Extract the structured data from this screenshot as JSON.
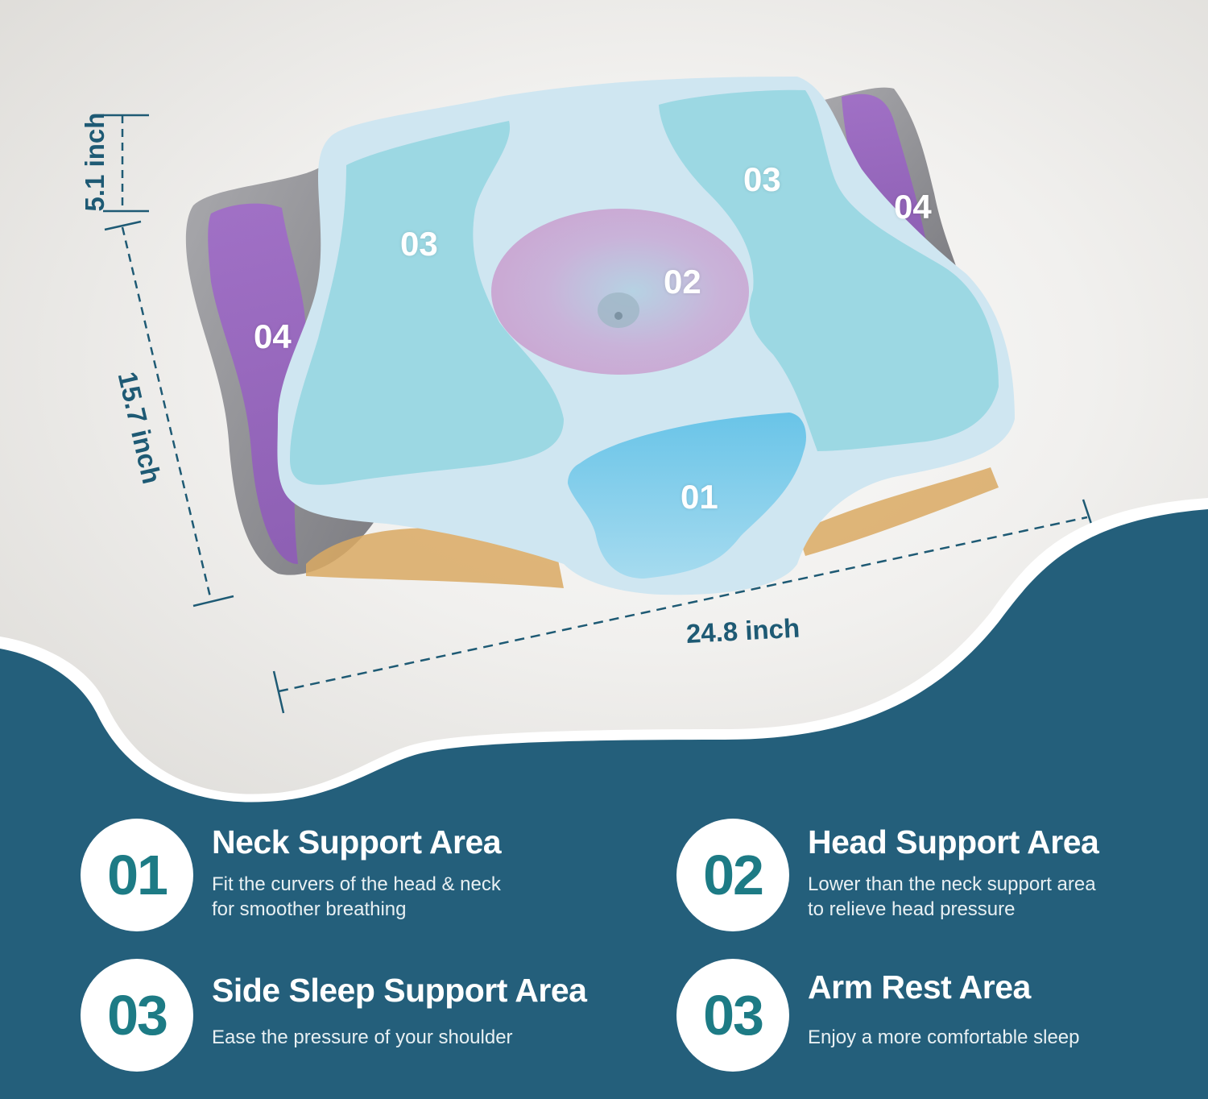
{
  "colors": {
    "navy_band": "#245f7b",
    "circle_number": "#1d7b85",
    "dimension_text": "#1e5a74",
    "zone_cyan": "#8fd4df",
    "zone_head": "#c7a9d6",
    "zone_arm": "#9b63c4",
    "neck_zone": "#6fc6e6"
  },
  "dimensions": {
    "height": "5.1 inch",
    "depth": "15.7 inch",
    "width": "24.8 inch"
  },
  "product_zone_labels": [
    {
      "id": "01",
      "label": "01"
    },
    {
      "id": "02",
      "label": "02"
    },
    {
      "id": "03-left",
      "label": "03"
    },
    {
      "id": "03-right",
      "label": "03"
    },
    {
      "id": "04-left",
      "label": "04"
    },
    {
      "id": "04-right",
      "label": "04"
    }
  ],
  "features": [
    {
      "number": "01",
      "title": "Neck Support Area",
      "description_lines": [
        "Fit the curvers of the head & neck",
        "for smoother breathing"
      ]
    },
    {
      "number": "02",
      "title": "Head Support Area",
      "description_lines": [
        "Lower than the neck support area",
        "to relieve head pressure"
      ]
    },
    {
      "number": "03",
      "title": "Side Sleep Support Area",
      "description_lines": [
        "Ease the pressure of your shoulder"
      ]
    },
    {
      "number": "03",
      "title": "Arm Rest Area",
      "description_lines": [
        "Enjoy a more comfortable sleep"
      ]
    }
  ]
}
